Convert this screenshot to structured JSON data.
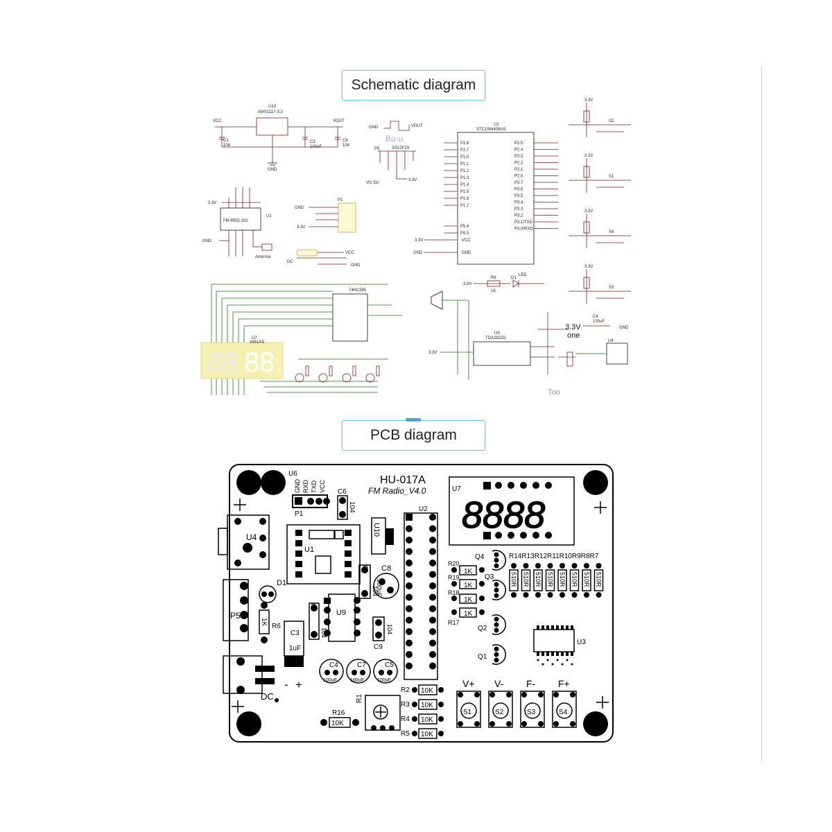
{
  "labels": {
    "schematic": "Schematic diagram",
    "pcb": "PCB diagram"
  },
  "schematic": {
    "regulator": {
      "ref": "U10",
      "part": "AMS1117-3.3",
      "vcc": "VCC",
      "vout": "VOUT",
      "gnd": "GND",
      "c1": "C1",
      "c1v": "104",
      "c3": "C3",
      "c3v": "100uF",
      "c6": "C6",
      "c6v": "104"
    },
    "usb": {
      "ref": "P5",
      "part": "SS12F23",
      "vout": "VOUT",
      "gnd": "GND",
      "vo": "VO DU",
      "v33": "3.3V",
      "buu": "Bu-u"
    },
    "mcu": {
      "ref": "U2",
      "part": "STC15W408AS",
      "vcc": "VCC",
      "gnd": "GND",
      "v33": "3.3V",
      "left_pins": [
        "P2.6",
        "P2.7",
        "P1.0",
        "P1.1",
        "P1.2",
        "P1.3",
        "P1.4",
        "P1.5",
        "P1.6",
        "P1.7",
        "P5.4",
        "P5.5"
      ],
      "right_pins": [
        "P2.5",
        "P2.4",
        "P2.3",
        "P2.2",
        "P2.1",
        "P2.0",
        "P3.7",
        "P3.6",
        "P3.5",
        "P3.4",
        "P3.3",
        "P3.2",
        "P3.1/TXD",
        "P3.0/RXD"
      ]
    },
    "fm": {
      "ref": "U1",
      "part": "FM-RRD-102",
      "antenna": "Antenna",
      "v33": "3.3V",
      "gnd": "GND"
    },
    "header": {
      "ref": "P1",
      "gnd": "GND",
      "v33": "3.3V"
    },
    "dc": {
      "label": "DC",
      "vcc": "VCC",
      "gnd": "GND"
    },
    "display": {
      "ref": "U7",
      "part": "3461AS",
      "driver": "74HC595",
      "digits": "88.8."
    },
    "led": {
      "v33": "3.3V",
      "r": "R6",
      "rv": "1K",
      "d": "D1",
      "dl": "LED"
    },
    "amp": {
      "ref": "U9",
      "part": "TDA2822D",
      "v33": "3.3V",
      "c4": "C4",
      "c4v": "100uF",
      "gnd": "GND",
      "one": "one",
      "too": "Too",
      "jack": "U4"
    },
    "switches": [
      {
        "ref": "S2",
        "v": "3.3V"
      },
      {
        "ref": "S1",
        "v": "3.3V"
      },
      {
        "ref": "S4",
        "v": "3.3V"
      },
      {
        "ref": "S3",
        "v": "3.3V"
      }
    ]
  },
  "pcb": {
    "title": "HU-017A",
    "subtitle": "FM Radio_V4.0",
    "u6": "U6",
    "header_pins": [
      "GND",
      "RXD",
      "TXD",
      "VCC"
    ],
    "p1": "P1",
    "c6": "C6",
    "c6v": "104",
    "u7": "U7",
    "display": "8888",
    "u2": "U2",
    "u10": "U10",
    "u1": "U1",
    "u4": "U4",
    "c8": "C8",
    "c8v": "100uF",
    "c1": "C1",
    "c1v": "104",
    "d1": "D1",
    "p5": "P5",
    "r6": "R6",
    "r6v": "1K",
    "c2": "C2",
    "c2v": "104",
    "u9": "U9",
    "c3": "C3",
    "c3v": "1uF",
    "c9": "C9",
    "c9v": "104",
    "c4": "C4",
    "c7": "C7",
    "c5": "C5",
    "cap_v": "100uF",
    "dc": "DC",
    "minus": "-",
    "plus": "+",
    "r16": "R16",
    "r16v": "10K",
    "r1": "R1",
    "r_top_labels": "R14R13R12R11R10R9R8R7",
    "r_top_v": "510R",
    "r20": "R20",
    "r19": "R19",
    "r18": "R18",
    "r17": "R17",
    "rk": "1K",
    "q4": "Q4",
    "q3": "Q3",
    "q2": "Q2",
    "q1": "Q1",
    "u3": "U3",
    "r2": "R2",
    "r3": "R3",
    "r4": "R4",
    "r5": "R5",
    "r10k": "10K",
    "buttons": [
      {
        "label": "V+",
        "ref": "S1"
      },
      {
        "label": "V-",
        "ref": "S2"
      },
      {
        "label": "F-",
        "ref": "S3"
      },
      {
        "label": "F+",
        "ref": "S4"
      }
    ]
  }
}
